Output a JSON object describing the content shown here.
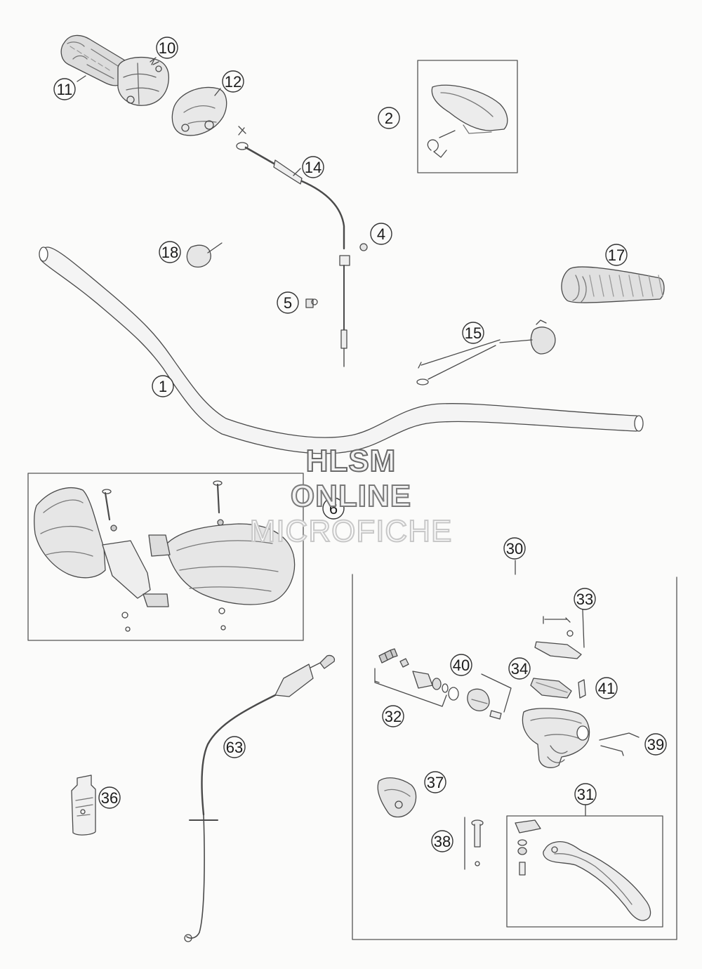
{
  "watermark": {
    "line1": "HLSM",
    "line2": "ONLINE",
    "line3": "MICROFICHE"
  },
  "callouts": [
    {
      "label": "1"
    },
    {
      "label": "2"
    },
    {
      "label": "4"
    },
    {
      "label": "5"
    },
    {
      "label": "6"
    },
    {
      "label": "10"
    },
    {
      "label": "11"
    },
    {
      "label": "12"
    },
    {
      "label": "14"
    },
    {
      "label": "15"
    },
    {
      "label": "17"
    },
    {
      "label": "18"
    },
    {
      "label": "30"
    },
    {
      "label": "31"
    },
    {
      "label": "32"
    },
    {
      "label": "33"
    },
    {
      "label": "34"
    },
    {
      "label": "36"
    },
    {
      "label": "37"
    },
    {
      "label": "38"
    },
    {
      "label": "39"
    },
    {
      "label": "40"
    },
    {
      "label": "41"
    },
    {
      "label": "63"
    }
  ],
  "colors": {
    "line": "#4a4a4a",
    "background": "#fbfbfa"
  }
}
